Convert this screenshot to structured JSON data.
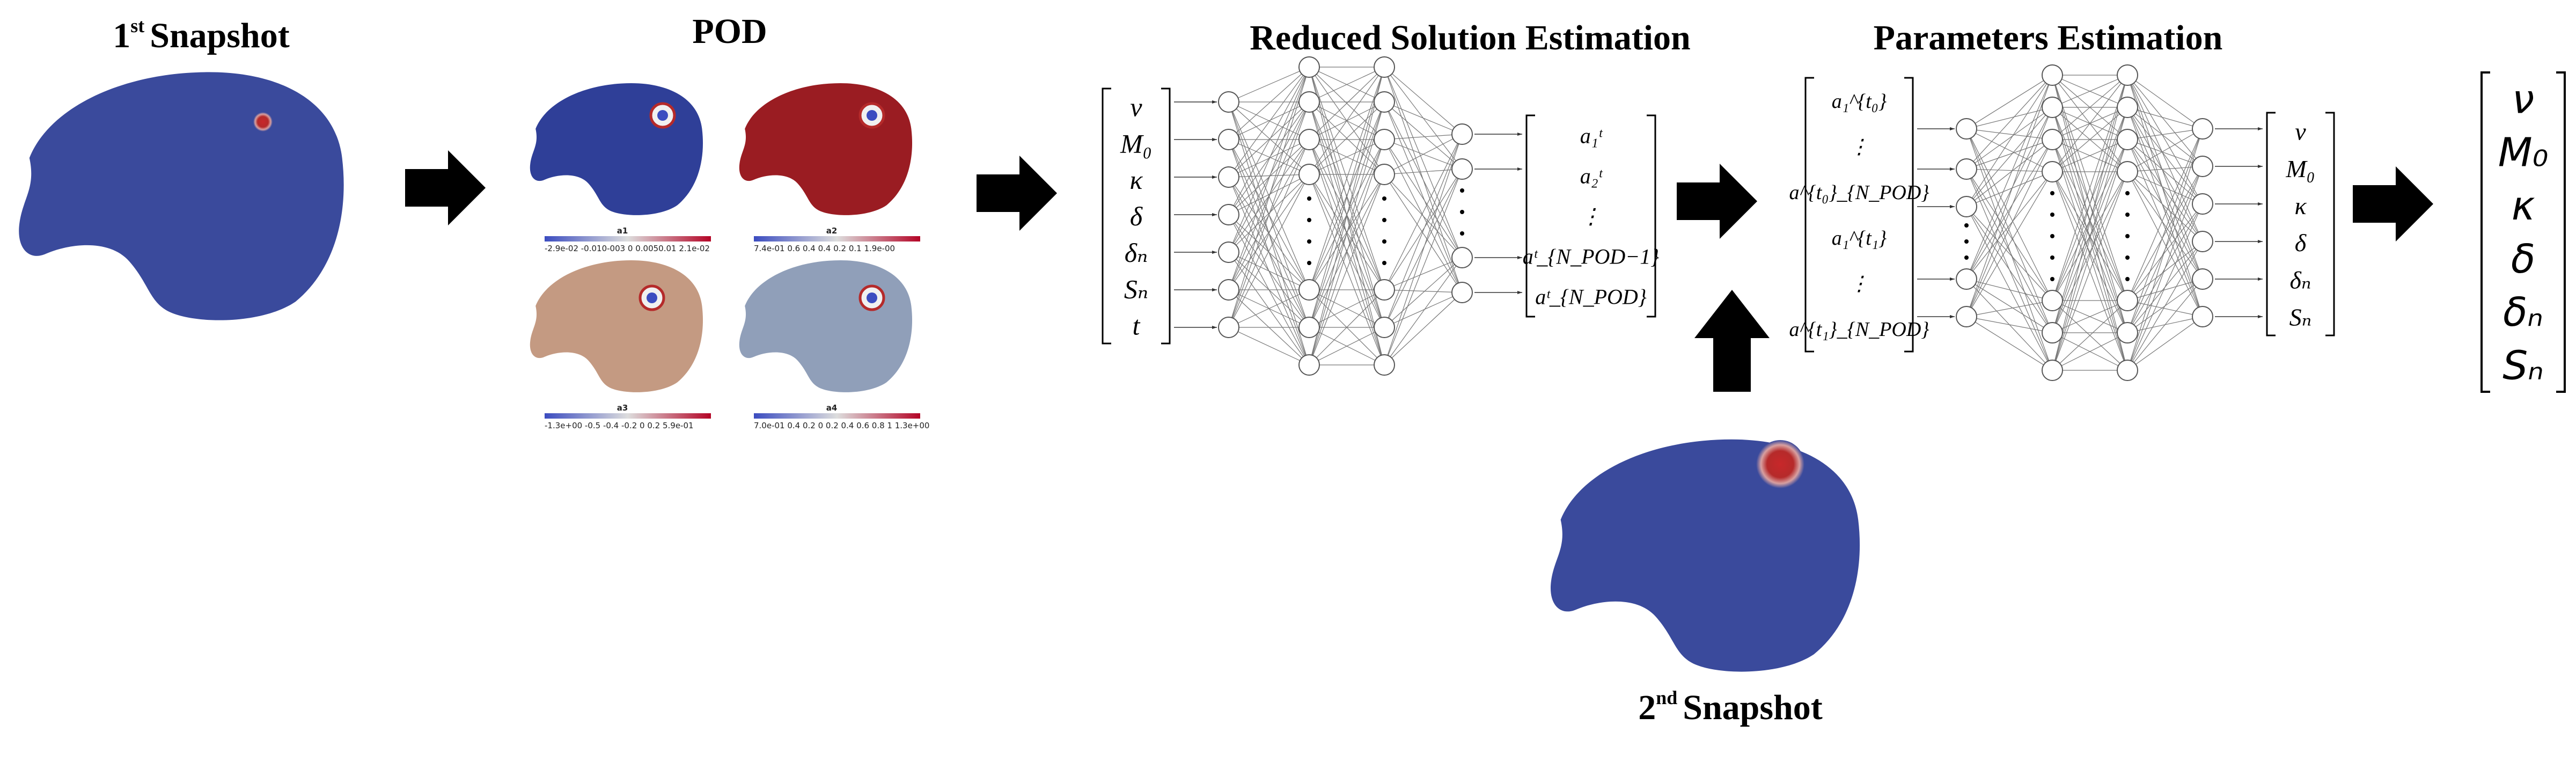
{
  "titles": {
    "snapshot1": {
      "num": "1",
      "sup": "st",
      "word": "Snapshot"
    },
    "pod": "POD",
    "reduced": "Reduced Solution Estimation",
    "params": "Parameters Estimation",
    "snapshot2": {
      "num": "2",
      "sup": "nd",
      "word": "Snapshot"
    }
  },
  "pod_modes": [
    {
      "label": "a1",
      "ticks": "-2.9e-02   -0.010-003  0  0.0050.01   2.1e-02",
      "color": "#2f3f98"
    },
    {
      "label": "a2",
      "ticks": "7.4e-01  0.6   0.4   0.4   0.2   0.1 1.9e-00",
      "color": "#9a1c22"
    },
    {
      "label": "a3",
      "ticks": "-1.3e+00    -0.5  -0.4  -0.2  0   0.2       5.9e-01",
      "color": "#c49a82"
    },
    {
      "label": "a4",
      "ticks": "7.0e-01  0.4 0.2  0  0.2 0.4 0.6 0.8  1  1.3e+00",
      "color": "#909fb9"
    }
  ],
  "reduced_inputs": [
    "ν",
    "M₀",
    "κ",
    "δ",
    "δₙ",
    "Sₙ",
    "t"
  ],
  "reduced_outputs": [
    "a₁ᵗ",
    "a₂ᵗ",
    "⋮",
    "aᵗ_{N_POD−1}",
    "aᵗ_{N_POD}"
  ],
  "param_inputs": [
    "a₁^{t₀}",
    "⋮",
    "a^{t₀}_{N_POD}",
    "a₁^{t₁}",
    "⋮",
    "a^{t₁}_{N_POD}"
  ],
  "param_outputs": [
    "ν",
    "M₀",
    "κ",
    "δ",
    "δₙ",
    "Sₙ"
  ],
  "final_outputs": [
    "ν",
    "M₀",
    "κ",
    "δ",
    "δₙ",
    "Sₙ"
  ],
  "colors": {
    "brain_blue": "#3a4a9c",
    "tumor_red": "#b52a2a",
    "arrow": "#000000",
    "node_stroke": "#555555"
  }
}
